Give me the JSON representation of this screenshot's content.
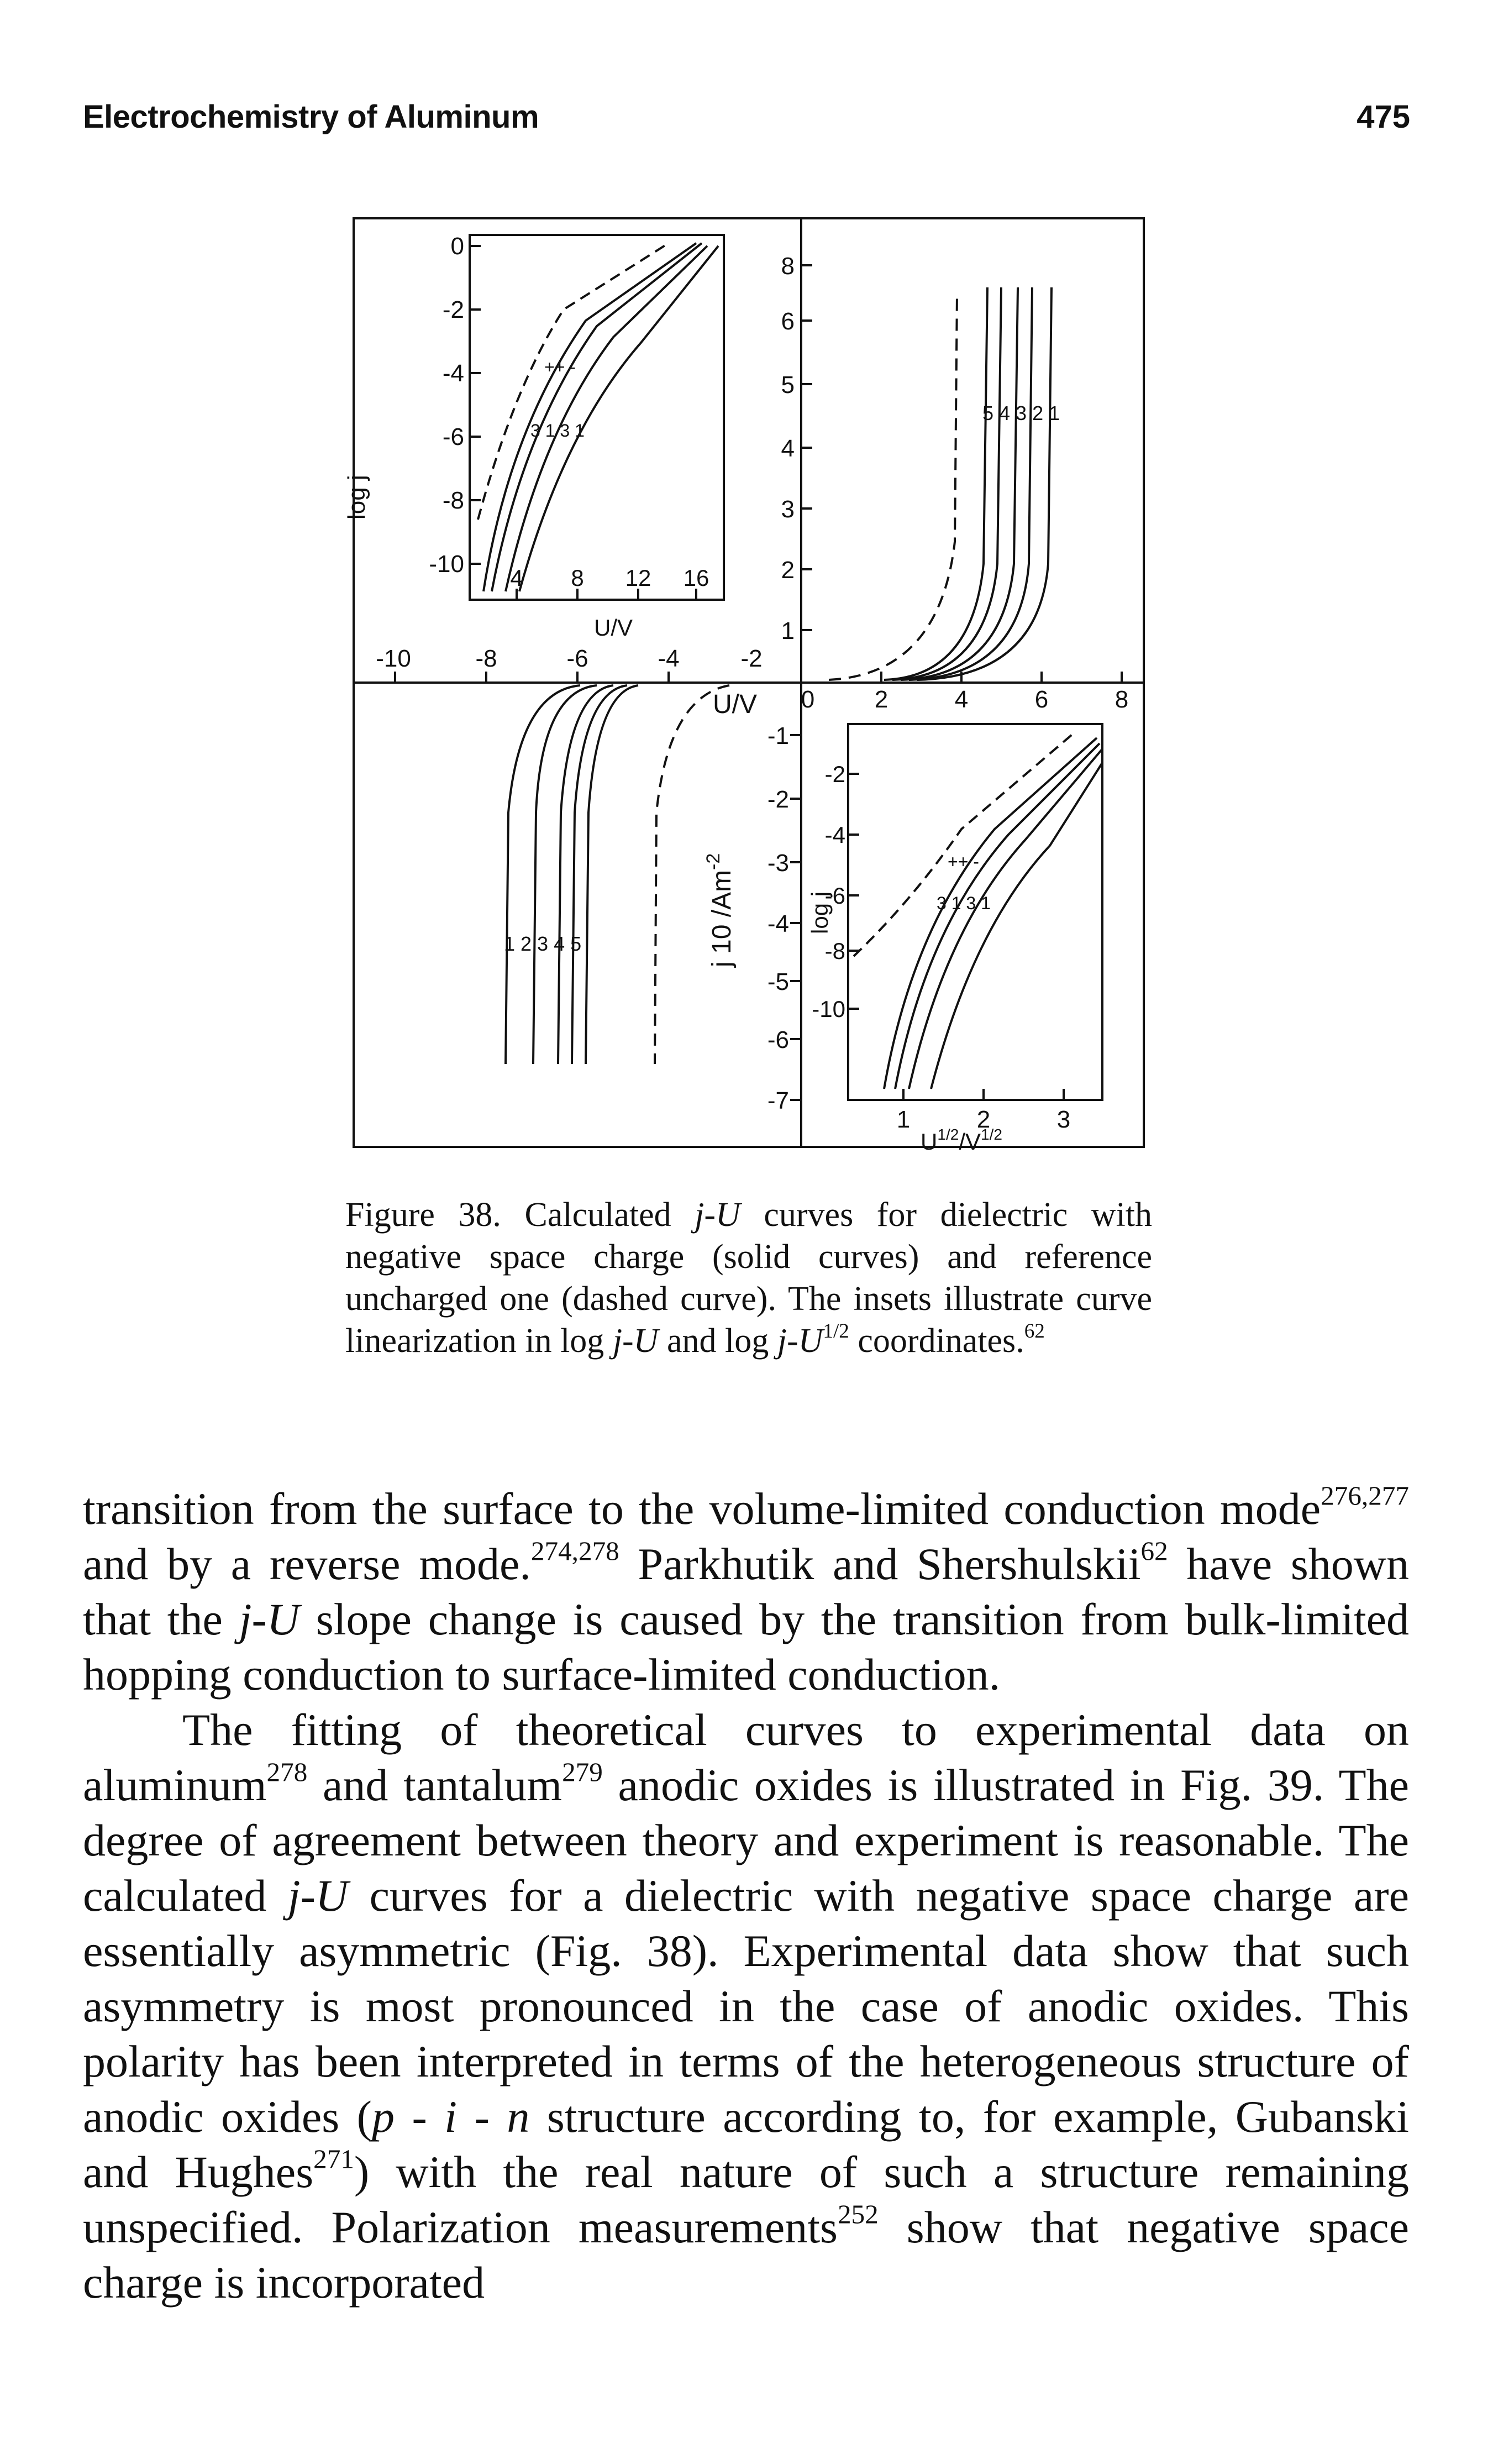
{
  "header": {
    "running_title": "Electrochemistry of Aluminum",
    "page_number": "475"
  },
  "figure": {
    "main_plot": {
      "x_label": "U/V",
      "y_label": "j 10 /Am",
      "y_label_exp": "-2",
      "upper_x_ticks": [
        "0",
        "2",
        "4",
        "6",
        "8"
      ],
      "upper_y_ticks": [
        "1",
        "2",
        "3",
        "4",
        "5",
        "6",
        "8"
      ],
      "lower_x_ticks": [
        "-10",
        "-8",
        "-6",
        "-4",
        "-2"
      ],
      "lower_y_ticks": [
        "-1",
        "-2",
        "-3",
        "-4",
        "-5",
        "-6",
        "-7"
      ],
      "right_curve_labels": "5 4 3 2 1",
      "left_curve_labels": "1 2 3 4 5"
    },
    "inset_upper_left": {
      "y_label": "log j",
      "x_label": "U/V",
      "y_ticks": [
        "0",
        "-2",
        "-4",
        "-6",
        "-8",
        "-10"
      ],
      "x_ticks": [
        "4",
        "8",
        "12",
        "16"
      ],
      "curve_labels": "3 1 3 1",
      "marks": "++ -"
    },
    "inset_lower_right": {
      "y_label": "log j",
      "x_label": "U",
      "x_label_sup1": "1/2",
      "x_label_unit": "/V",
      "x_label_sup2": "1/2",
      "y_ticks": [
        "-2",
        "-4",
        "-6",
        "-8",
        "-10"
      ],
      "x_ticks": [
        "1",
        "2",
        "3"
      ],
      "curve_labels": "3 1 3   1",
      "marks": "++ -"
    }
  },
  "caption": {
    "label": "Figure 38.",
    "part1": "Calculated",
    "jU": "j-U",
    "part2": "curves for dielectric with negative space charge (solid curves) and reference uncharged one (dashed curve). The insets illustrate curve linearization in log",
    "jU2": "j-U",
    "part3": "and log",
    "j3": "j-",
    "U4": "U",
    "sup_half": "1/2",
    "part4": "coordinates.",
    "ref": "62"
  },
  "body": {
    "p1": {
      "t1": "transition from the surface to the volume-limited conduction mode",
      "r1": "276,277",
      "t2": " and by a reverse mode.",
      "r2": "274,278",
      "t3": " Parkhutik and Shershulskii",
      "r3": "62",
      "t4": " have shown that the ",
      "jU": "j-U",
      "t5": " slope change is caused by the transition from bulk-limited hopping conduction to surface-limited conduction."
    },
    "p2": {
      "t1": "The fitting of theoretical curves to experimental data on aluminum",
      "r1": "278",
      "t2": " and tantalum",
      "r2": "279",
      "t3": " anodic oxides is illustrated in Fig. 39. The degree of agreement between theory and experiment is reasonable. The calculated ",
      "jU": "j-U",
      "t4": " curves for a dielectric with negative space charge are essentially asymmetric (Fig. 38). Experimental data show that such asymmetry is most pronounced in the case of anodic oxides. This polarity has been interpreted in terms of the heterogeneous structure of anodic oxides (",
      "pin": "p - i - n",
      "t5": " structure according to, for example, Gubanski and Hughes",
      "r3": "271",
      "t6": ") with the real nature of such a structure remaining unspecified. Polarization measurements",
      "r4": "252",
      "t7": " show that negative space charge is incorporated"
    }
  }
}
